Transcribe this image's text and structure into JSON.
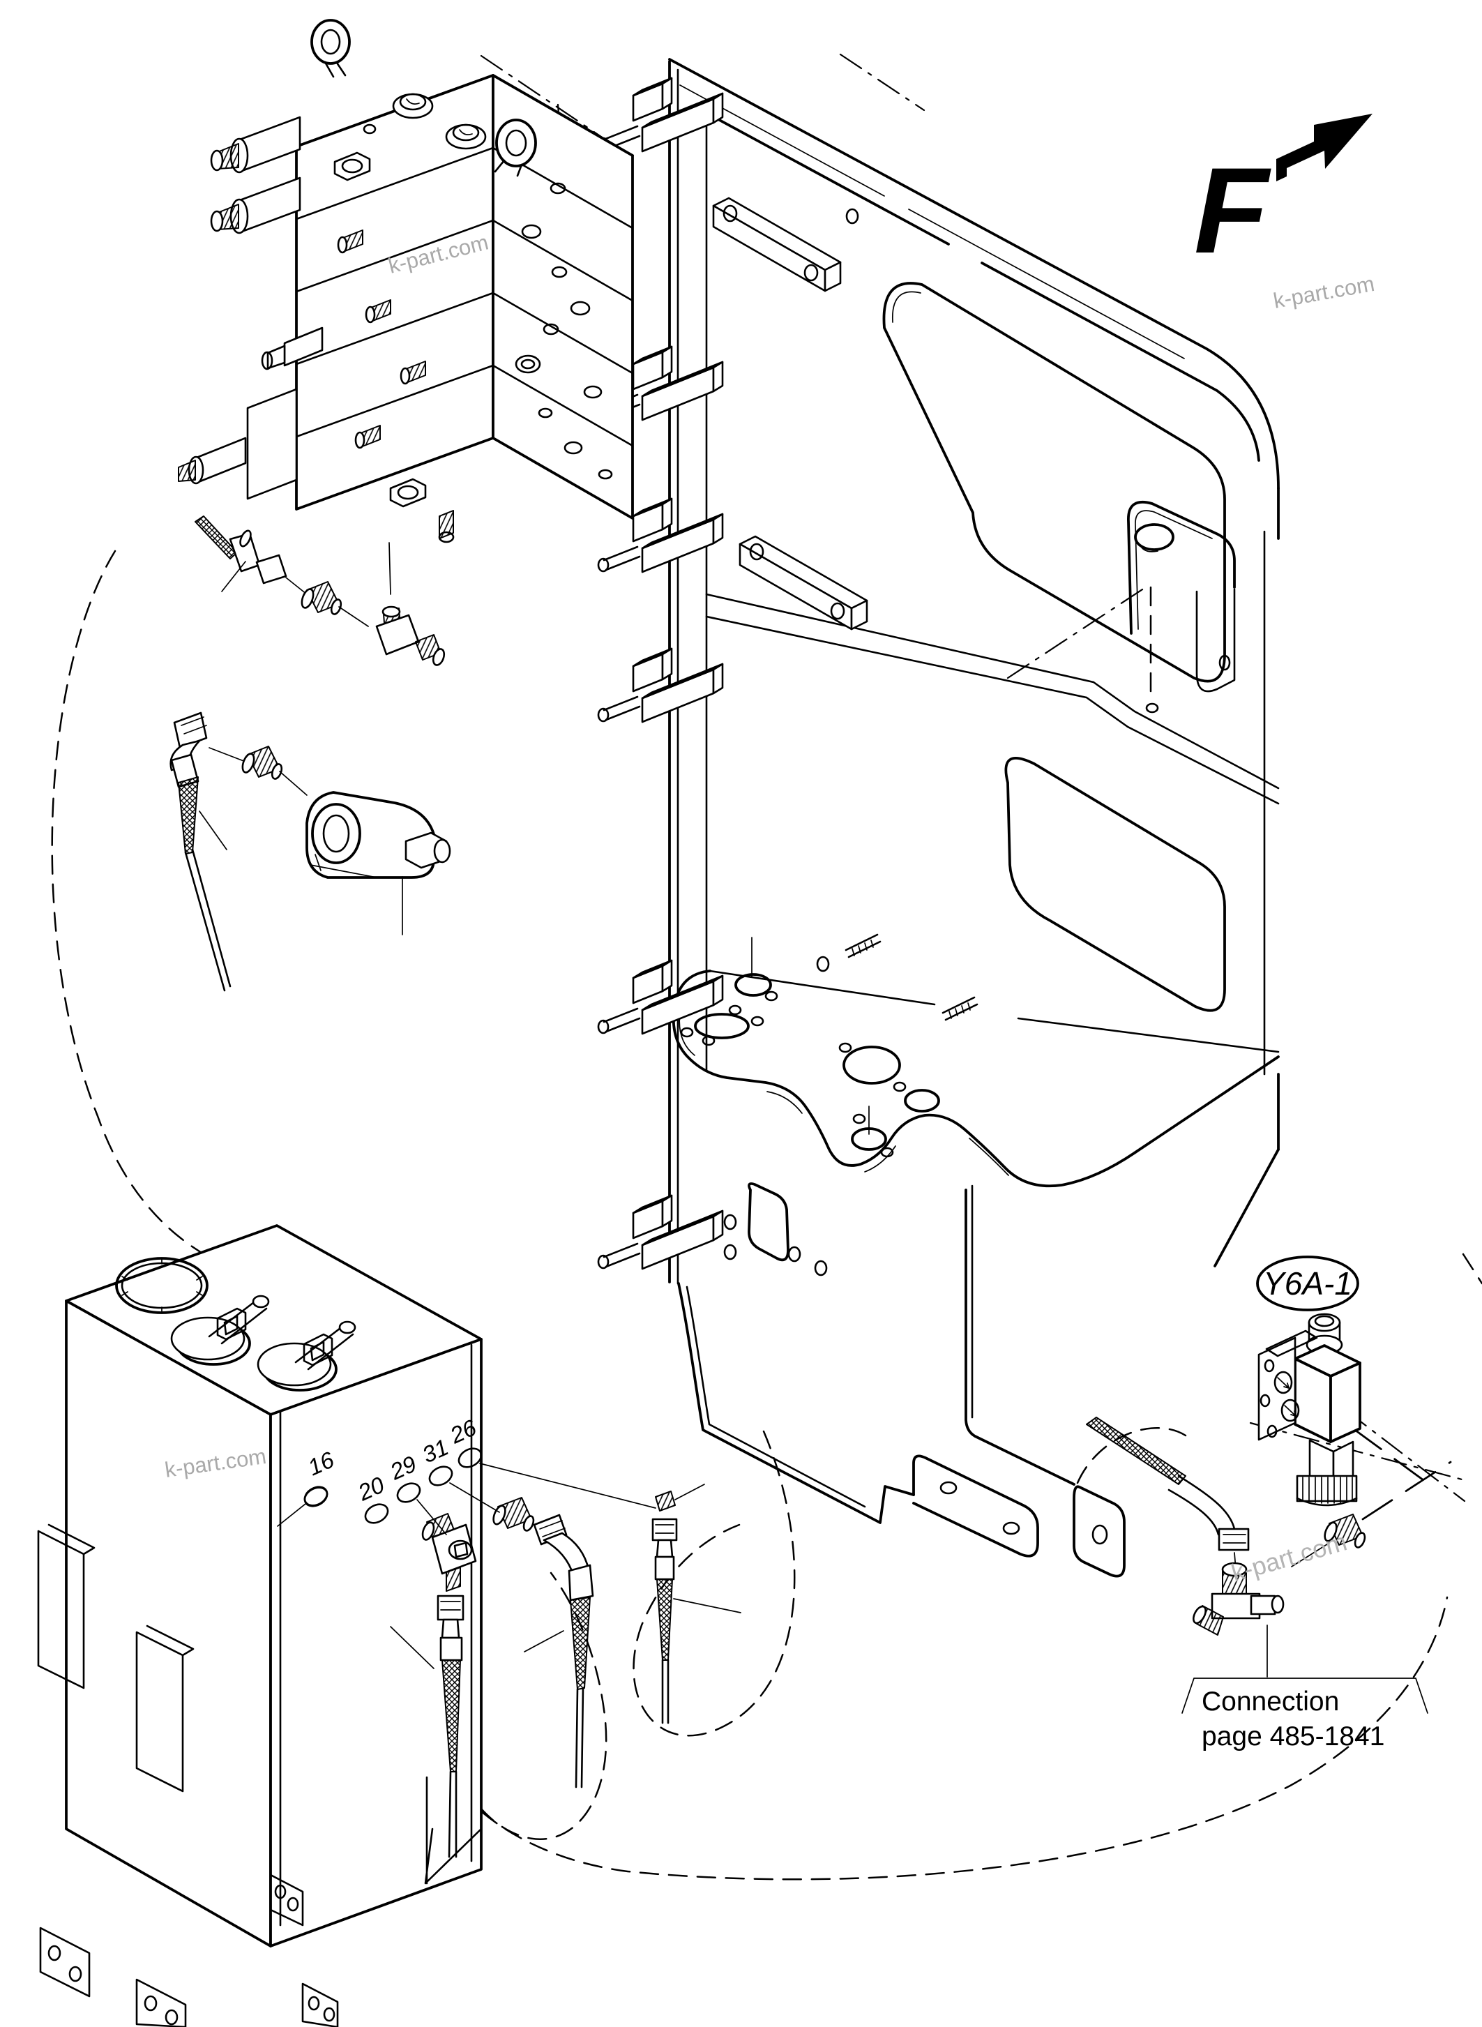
{
  "diagram": {
    "background": "#ffffff",
    "line_color": "#000000",
    "watermark_color": "#a9a9a9"
  },
  "direction_indicator": {
    "label": "F"
  },
  "solenoid_callout": {
    "label": "Y6A-1"
  },
  "connection_callout": {
    "line1": "Connection",
    "line2": "page 485-1841"
  },
  "part_labels": [
    {
      "number": "16"
    },
    {
      "number": "20"
    },
    {
      "number": "29"
    },
    {
      "number": "31"
    },
    {
      "number": "26"
    }
  ],
  "watermarks": [
    {
      "text": "k-part.com"
    },
    {
      "text": "k-part.com"
    },
    {
      "text": "k-part.com"
    },
    {
      "text": "k-part.com"
    }
  ]
}
